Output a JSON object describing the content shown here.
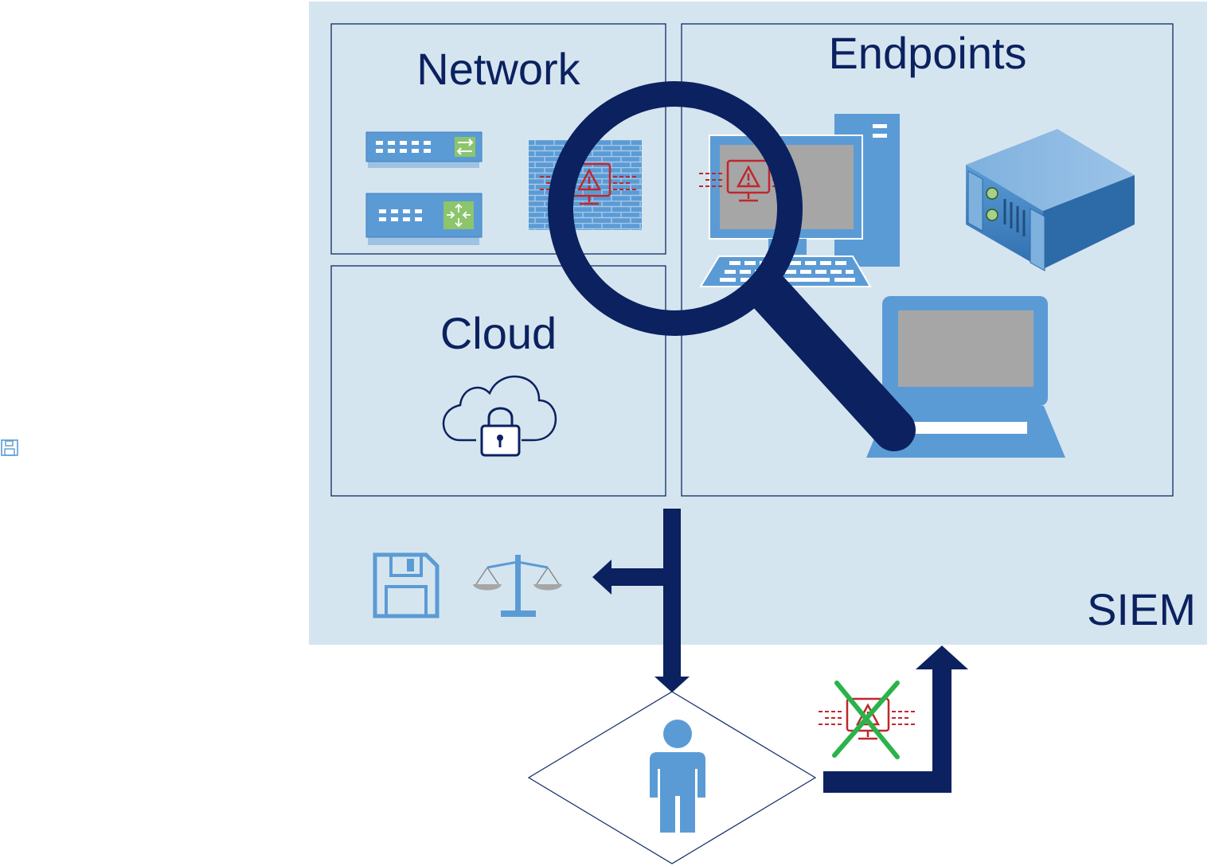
{
  "labels": {
    "network": "Network",
    "endpoints": "Endpoints",
    "cloud": "Cloud",
    "siem": "SIEM"
  },
  "icons": [
    "save-icon",
    "network-switch-icon",
    "network-router-icon",
    "firewall-icon",
    "alert-icon",
    "desktop-computer-icon",
    "rack-server-icon",
    "laptop-icon",
    "cloud-lock-icon",
    "magnifying-glass-icon",
    "floppy-disk-icon",
    "balance-scale-icon",
    "person-icon",
    "dismissed-alert-icon"
  ],
  "colors": {
    "siem_panel": "#d5e5ef",
    "border": "#0f2a64",
    "navy": "#0b2160",
    "device_blue": "#5b9bd5",
    "alert_red": "#c0272d",
    "dismiss_green": "#2ab34a"
  }
}
